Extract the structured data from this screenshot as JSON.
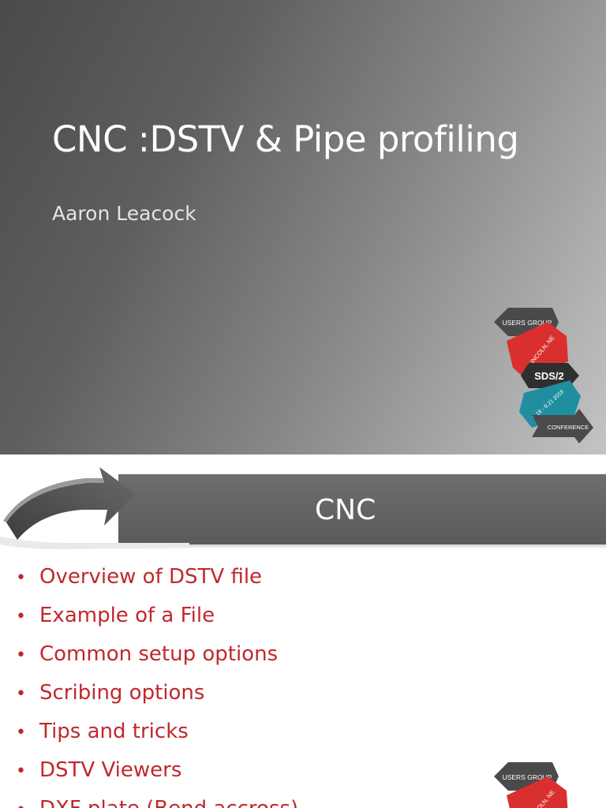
{
  "slide1": {
    "title": "CNC :DSTV & Pipe profiling",
    "subtitle": "Aaron Leacock",
    "logo": {
      "top_text": "USERS GROUP",
      "location_text": "LINCOLN, NE",
      "brand_text": "SDS/2",
      "date_text": "9.19 - 9.21 2018",
      "bottom_text": "CONFERENCE"
    }
  },
  "slide2": {
    "header": {
      "title": "CNC"
    },
    "bullets": [
      "Overview of DSTV file",
      "Example of a File",
      "Common setup options",
      "Scribing options",
      "Tips and tricks",
      "DSTV Viewers",
      "DXF plate (Bend accross)"
    ],
    "bullet_glyph": "•",
    "logo": {
      "top_text": "USERS GROUP",
      "location_text": "LINCOLN, NE"
    }
  },
  "colors": {
    "accent_red": "#c0282d",
    "logo_red": "#d9302f",
    "logo_teal": "#1f8fa0",
    "logo_dark": "#3b3b3c",
    "header_gray": "#626263"
  }
}
